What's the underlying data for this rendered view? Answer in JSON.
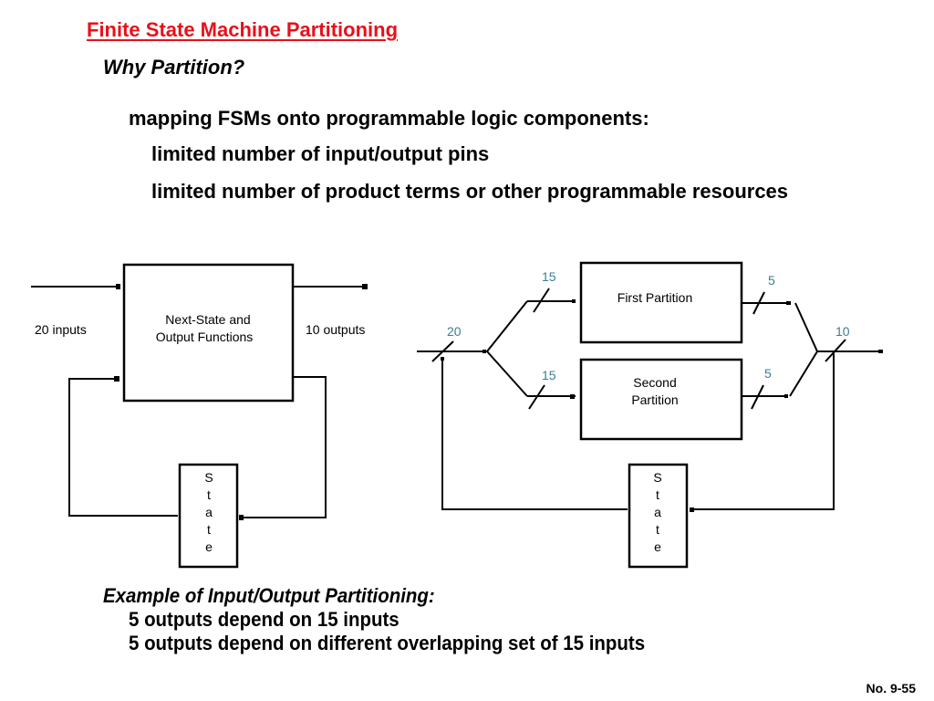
{
  "slide": {
    "title": "Finite State Machine Partitioning",
    "subtitle": "Why Partition?",
    "bullets": [
      "mapping FSMs onto programmable logic components:",
      "limited number of input/output pins",
      "limited number of product terms or other programmable resources"
    ],
    "example": {
      "heading": "Example of Input/Output Partitioning:",
      "lines": [
        "5 outputs depend on 15 inputs",
        "5 outputs depend on different overlapping set of 15 inputs"
      ]
    },
    "page_number": "No. 9-55",
    "title_color": "#e8101a",
    "label_color": "#3b7d96"
  },
  "left_diagram": {
    "inputs_label": "20 inputs",
    "outputs_label": "10 outputs",
    "block_line1": "Next-State and",
    "block_line2": "Output Functions",
    "state_letters": [
      "S",
      "t",
      "a",
      "t",
      "e"
    ]
  },
  "right_diagram": {
    "input_width": "20",
    "top_branch_width": "15",
    "bottom_branch_width": "15",
    "top_out_width": "5",
    "bottom_out_width": "5",
    "output_width": "10",
    "first_partition": "First Partition",
    "second_partition_line1": "Second",
    "second_partition_line2": "Partition",
    "state_letters": [
      "S",
      "t",
      "a",
      "t",
      "e"
    ]
  }
}
